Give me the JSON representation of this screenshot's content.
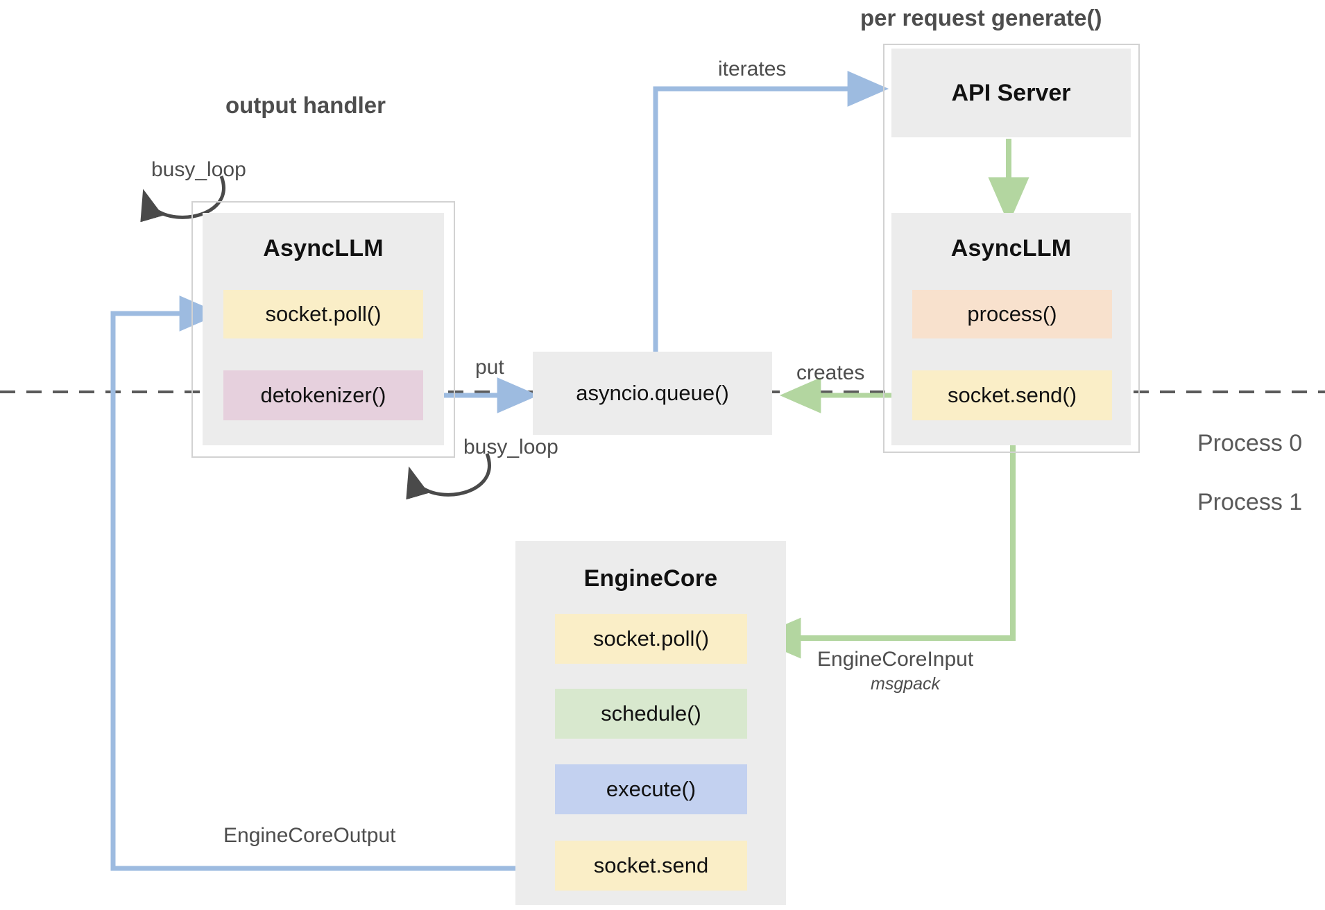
{
  "diagram": {
    "title_left": "output handler",
    "title_right": "per request generate()",
    "process_top": "Process 0",
    "process_bottom": "Process 1"
  },
  "colors": {
    "box_gray": "#ececec",
    "frame_gray": "#d2d2d2",
    "yellow": "#faeec7",
    "pink": "#e6d0dd",
    "peach": "#f8e1cd",
    "green": "#d8e8ce",
    "blue": "#c3d1f0",
    "arrow_blue": "#9dbbe0",
    "arrow_green": "#b3d6a0",
    "arrow_dark": "#4d4d4d",
    "text_dark": "#111111",
    "text_gray": "#4d4d4d"
  },
  "output_handler": {
    "unit_title": "AsyncLLM",
    "methods": [
      {
        "label": "socket.poll()",
        "color": "#faeec7"
      },
      {
        "label": "detokenizer()",
        "color": "#e6d0dd"
      }
    ],
    "loop_label": "busy_loop"
  },
  "queue": {
    "label": "asyncio.queue()"
  },
  "api_panel": {
    "api_server_title": "API Server",
    "unit_title": "AsyncLLM",
    "methods": [
      {
        "label": "process()",
        "color": "#f8e1cd"
      },
      {
        "label": "socket.send()",
        "color": "#faeec7"
      }
    ]
  },
  "engine_core": {
    "unit_title": "EngineCore",
    "loop_label": "busy_loop",
    "methods": [
      {
        "label": "socket.poll()",
        "color": "#faeec7"
      },
      {
        "label": "schedule()",
        "color": "#d8e8ce"
      },
      {
        "label": "execute()",
        "color": "#c3d1f0"
      },
      {
        "label": "socket.send",
        "color": "#faeec7"
      }
    ]
  },
  "edges": [
    {
      "name": "iterates",
      "label": "iterates"
    },
    {
      "name": "put",
      "label": "put"
    },
    {
      "name": "creates",
      "label": "creates"
    },
    {
      "name": "engine-core-input",
      "label": "EngineCoreInput",
      "sublabel": "msgpack"
    },
    {
      "name": "engine-core-output",
      "label": "EngineCoreOutput"
    }
  ]
}
